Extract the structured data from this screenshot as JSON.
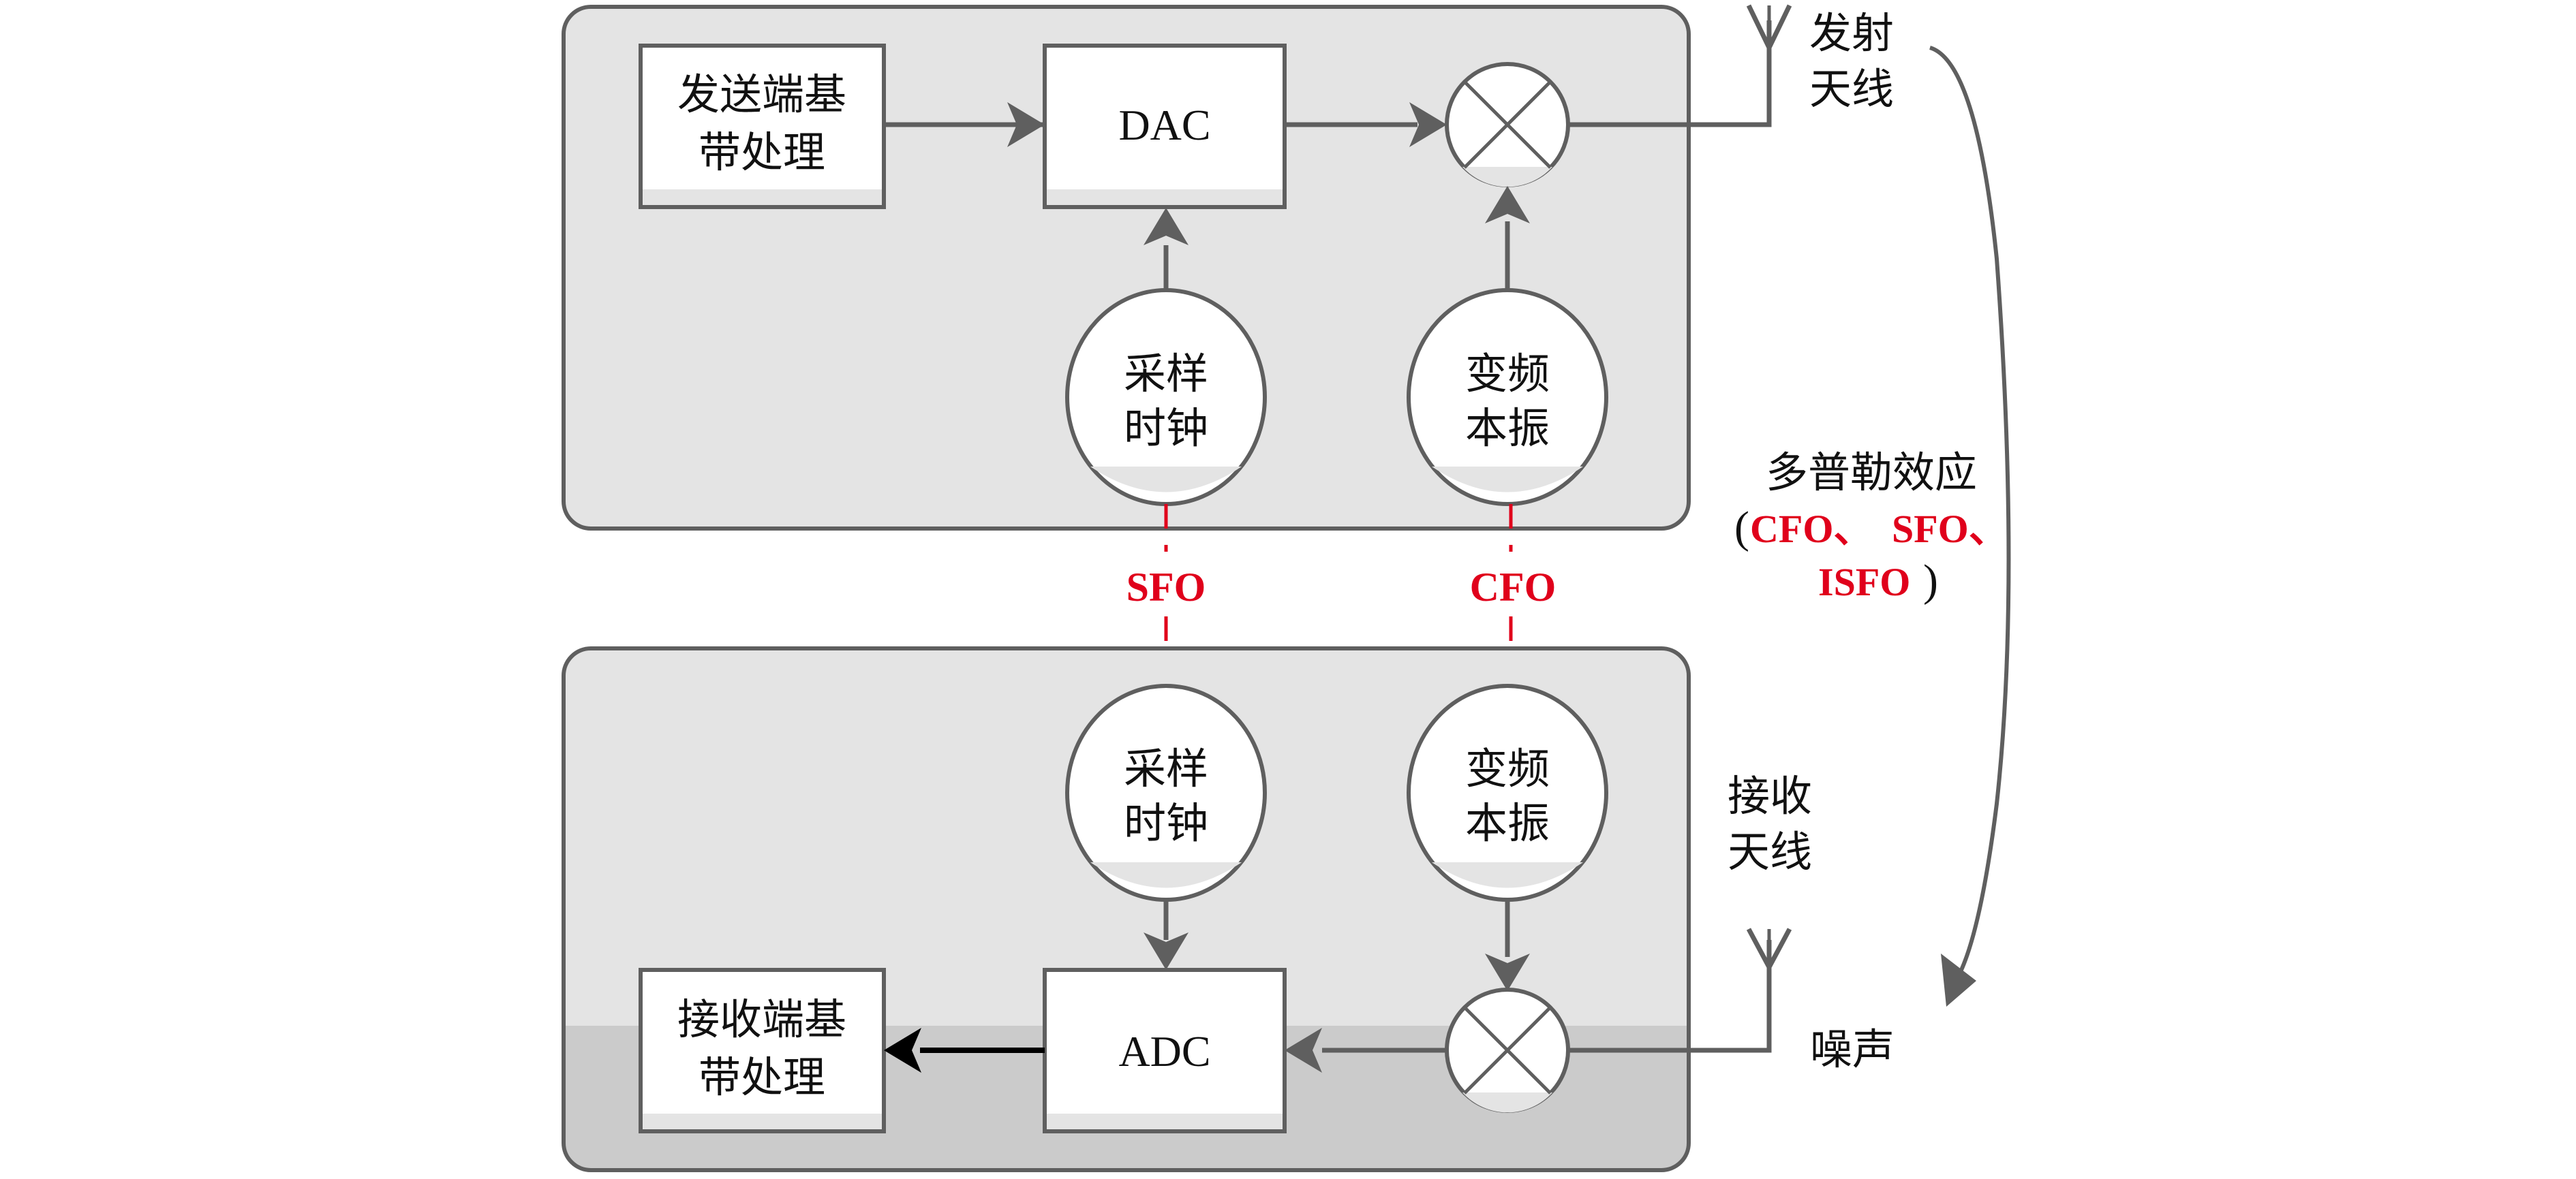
{
  "transmitter": {
    "baseband_line1": "发送端基",
    "baseband_line2": "带处理",
    "dac_label": "DAC",
    "clock_line1": "采样",
    "clock_line2": "时钟",
    "lo_line1": "变频",
    "lo_line2": "本振",
    "antenna_line1": "发射",
    "antenna_line2": "天线"
  },
  "receiver": {
    "baseband_line1": "接收端基",
    "baseband_line2": "带处理",
    "adc_label": "ADC",
    "clock_line1": "采样",
    "clock_line2": "时钟",
    "lo_line1": "变频",
    "lo_line2": "本振",
    "antenna_line1": "接收",
    "antenna_line2": "天线"
  },
  "offsets": {
    "sfo_label": "SFO",
    "cfo_label": "CFO"
  },
  "channel": {
    "doppler_title": "多普勒效应",
    "paren_open": "(",
    "doppler_item1": "CFO、",
    "doppler_item2": "SFO、",
    "doppler_item3": "ISFO",
    "paren_close": ")",
    "noise_label": "噪声"
  },
  "colors": {
    "panel_fill": "#e4e4e4",
    "panel_lower_band": "#cbcbcb",
    "stroke": "#5f5f5f",
    "offset_red": "#e0001b"
  }
}
